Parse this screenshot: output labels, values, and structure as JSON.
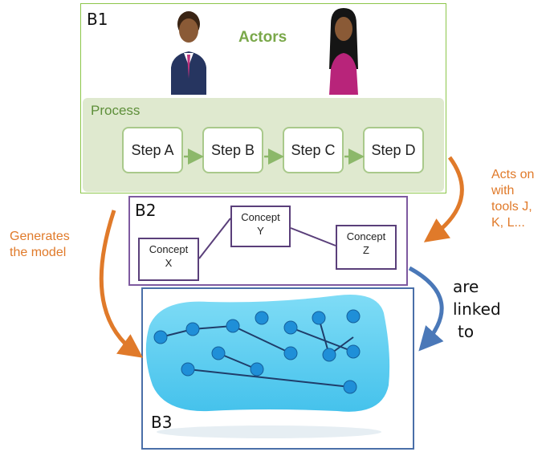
{
  "boxes": {
    "b1": "B1",
    "b2": "B2",
    "b3": "B3"
  },
  "actors": {
    "title": "Actors",
    "icons": [
      "male-actor-icon",
      "female-actor-icon"
    ]
  },
  "process": {
    "title": "Process",
    "steps": [
      "Step A",
      "Step B",
      "Step C",
      "Step D"
    ]
  },
  "concepts": [
    {
      "line1": "Concept",
      "line2": "X"
    },
    {
      "line1": "Concept",
      "line2": "Y"
    },
    {
      "line1": "Concept",
      "line2": "Z"
    }
  ],
  "annotations": {
    "acts_on": [
      "Acts on",
      "with",
      "tools J,",
      "K, L..."
    ],
    "generates": [
      "Generates",
      "the model"
    ],
    "linked": [
      "are",
      "linked",
      "to"
    ]
  },
  "colors": {
    "process_green": "#8cc64a",
    "concept_purple": "#7e5aa0",
    "network_blue": "#4a6fa8",
    "annotation_orange": "#e07a2a",
    "blob_cyan": "#5fd0f2"
  }
}
